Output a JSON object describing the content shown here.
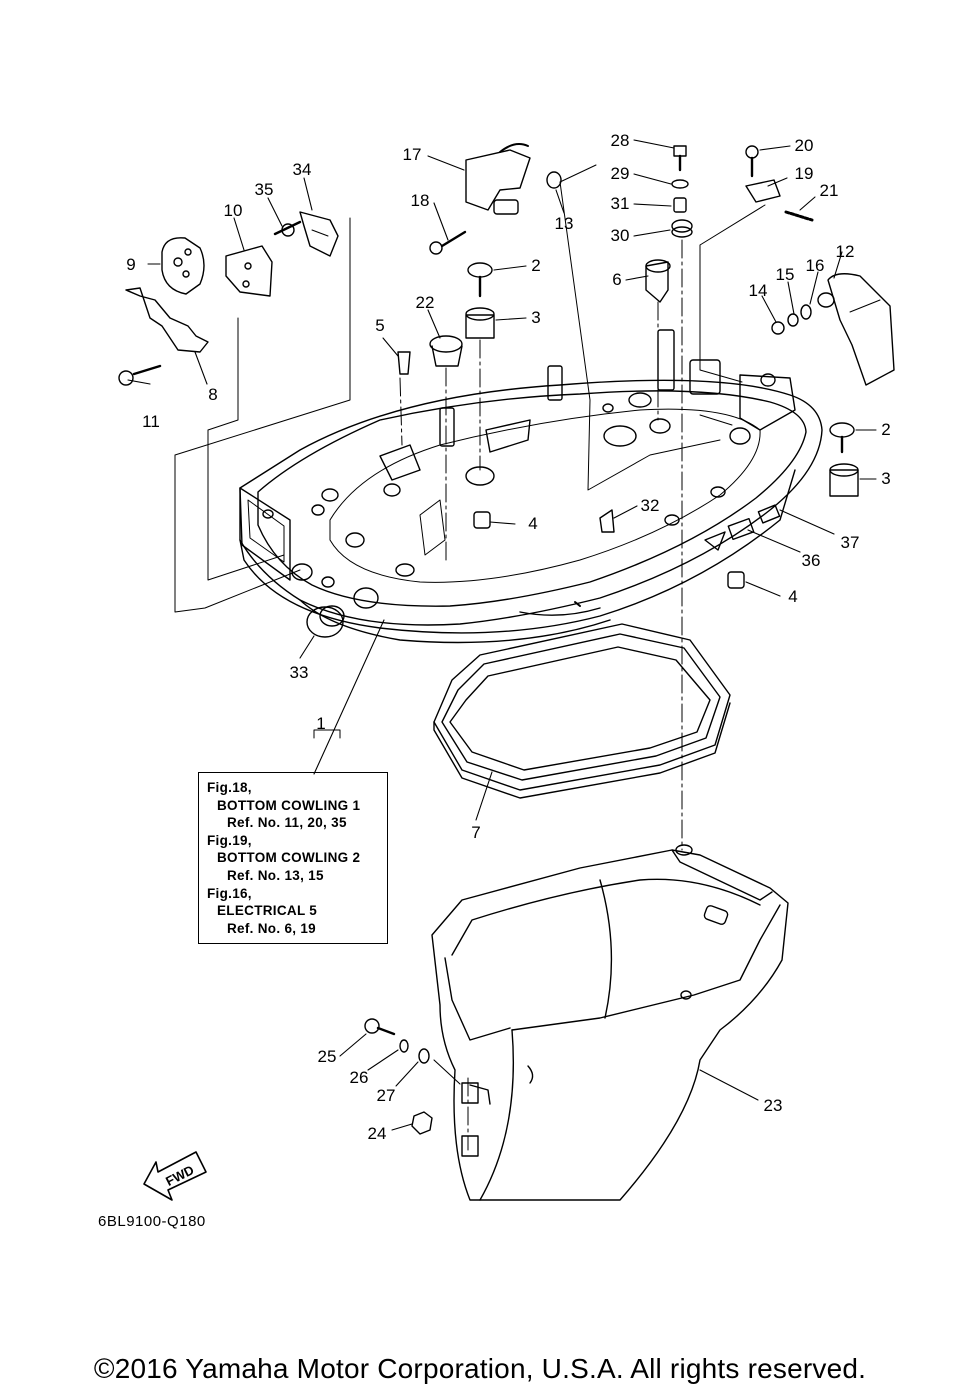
{
  "callouts": [
    {
      "id": "c1",
      "label": "1"
    },
    {
      "id": "c2a",
      "label": "2"
    },
    {
      "id": "c2b",
      "label": "2"
    },
    {
      "id": "c3a",
      "label": "3"
    },
    {
      "id": "c3b",
      "label": "3"
    },
    {
      "id": "c4a",
      "label": "4"
    },
    {
      "id": "c4b",
      "label": "4"
    },
    {
      "id": "c5",
      "label": "5"
    },
    {
      "id": "c6",
      "label": "6"
    },
    {
      "id": "c7",
      "label": "7"
    },
    {
      "id": "c8",
      "label": "8"
    },
    {
      "id": "c9",
      "label": "9"
    },
    {
      "id": "c10",
      "label": "10"
    },
    {
      "id": "c11",
      "label": "11"
    },
    {
      "id": "c12",
      "label": "12"
    },
    {
      "id": "c13",
      "label": "13"
    },
    {
      "id": "c14",
      "label": "14"
    },
    {
      "id": "c15",
      "label": "15"
    },
    {
      "id": "c16",
      "label": "16"
    },
    {
      "id": "c17",
      "label": "17"
    },
    {
      "id": "c18",
      "label": "18"
    },
    {
      "id": "c19",
      "label": "19"
    },
    {
      "id": "c20",
      "label": "20"
    },
    {
      "id": "c21",
      "label": "21"
    },
    {
      "id": "c22",
      "label": "22"
    },
    {
      "id": "c23",
      "label": "23"
    },
    {
      "id": "c24",
      "label": "24"
    },
    {
      "id": "c25",
      "label": "25"
    },
    {
      "id": "c26",
      "label": "26"
    },
    {
      "id": "c27",
      "label": "27"
    },
    {
      "id": "c28",
      "label": "28"
    },
    {
      "id": "c29",
      "label": "29"
    },
    {
      "id": "c30",
      "label": "30"
    },
    {
      "id": "c31",
      "label": "31"
    },
    {
      "id": "c32",
      "label": "32"
    },
    {
      "id": "c33",
      "label": "33"
    },
    {
      "id": "c34",
      "label": "34"
    },
    {
      "id": "c35",
      "label": "35"
    },
    {
      "id": "c36",
      "label": "36"
    },
    {
      "id": "c37",
      "label": "37"
    }
  ],
  "reference_box": {
    "fig18": "Fig.18,",
    "fig18_section": "BOTTOM COWLING 1",
    "fig18_refs": "Ref. No. 11, 20, 35",
    "fig19": "Fig.19,",
    "fig19_section": "BOTTOM COWLING 2",
    "fig19_refs": "Ref. No. 13, 15",
    "fig16": "Fig.16,",
    "fig16_section": "ELECTRICAL 5",
    "fig16_refs": "Ref. No. 6, 19"
  },
  "fwd_label": "FWD",
  "diagram_code": "6BL9100-Q180",
  "copyright": "©2016 Yamaha Motor Corporation, U.S.A. All rights reserved."
}
